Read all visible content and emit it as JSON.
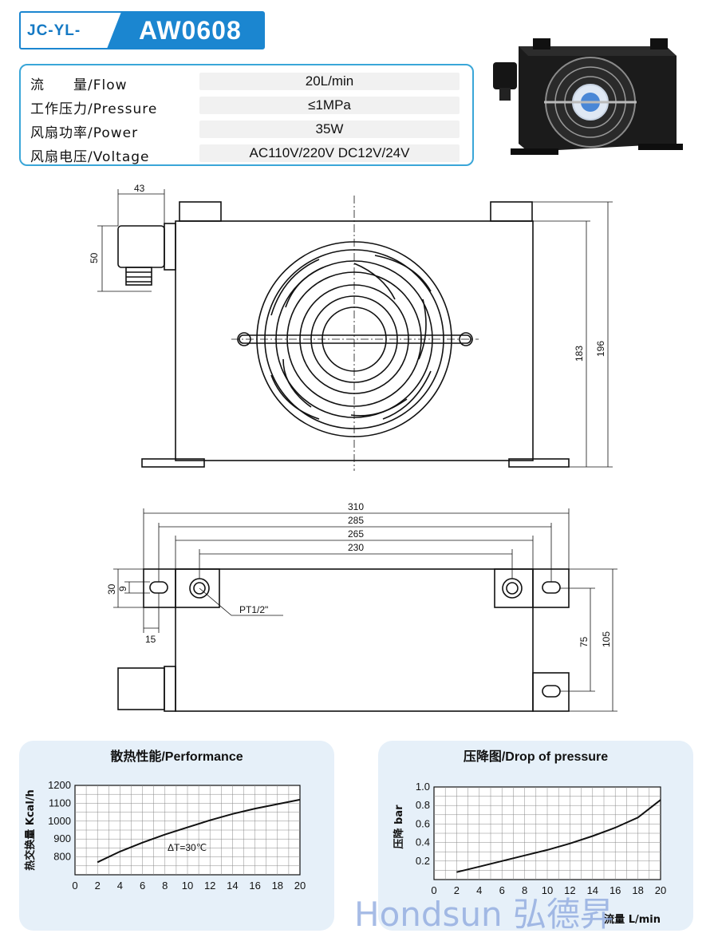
{
  "header": {
    "prefix": "JC-YL-",
    "model": "AW0608",
    "colors": {
      "accent": "#1b86d0",
      "border": "#3aa6d8"
    }
  },
  "specs": [
    {
      "label": "流　　量/Flow",
      "value": "20L/min"
    },
    {
      "label": "工作压力/Pressure",
      "value": "≤1MPa"
    },
    {
      "label": "风扇功率/Power",
      "value": "35W"
    },
    {
      "label": "风扇电压/Voltage",
      "value": "AC110V/220V  DC12V/24V"
    }
  ],
  "drawings": {
    "front_view": {
      "width_connector": "43",
      "height_connector": "50",
      "height_inner": "183",
      "height_outer": "196"
    },
    "bottom_view": {
      "widths": [
        "310",
        "285",
        "265",
        "230"
      ],
      "height_30": "30",
      "height_9": "9",
      "offset_15": "15",
      "port_label": "PT1/2\"",
      "height_75": "75",
      "height_105": "105"
    }
  },
  "chart_data": [
    {
      "type": "line",
      "title": "散热性能/Performance",
      "ylabel": "热交换量 Kcal/h",
      "xlabel": "",
      "annotation": "ΔT=30℃",
      "x_ticks": [
        0,
        2,
        4,
        6,
        8,
        10,
        12,
        14,
        16,
        18,
        20
      ],
      "y_ticks": [
        800,
        900,
        1000,
        1100,
        1200
      ],
      "xlim": [
        0,
        20
      ],
      "ylim": [
        700,
        1200
      ],
      "series": [
        {
          "x": [
            2,
            4,
            6,
            8,
            10,
            12,
            14,
            16,
            18,
            20
          ],
          "y": [
            770,
            830,
            880,
            925,
            965,
            1005,
            1040,
            1070,
            1095,
            1120
          ]
        }
      ]
    },
    {
      "type": "line",
      "title": "压降图/Drop of pressure",
      "ylabel": "压降 bar",
      "xlabel": "流量 L/min",
      "x_ticks": [
        0,
        2,
        4,
        6,
        8,
        10,
        12,
        14,
        16,
        18,
        20
      ],
      "y_ticks": [
        0.2,
        0.4,
        0.6,
        0.8,
        1.0
      ],
      "xlim": [
        0,
        20
      ],
      "ylim": [
        0,
        1.0
      ],
      "series": [
        {
          "x": [
            2,
            4,
            6,
            8,
            10,
            12,
            14,
            16,
            18,
            20
          ],
          "y": [
            0.08,
            0.14,
            0.2,
            0.26,
            0.32,
            0.39,
            0.47,
            0.56,
            0.67,
            0.86
          ]
        }
      ]
    }
  ],
  "watermark": "Hondsun 弘德昇"
}
